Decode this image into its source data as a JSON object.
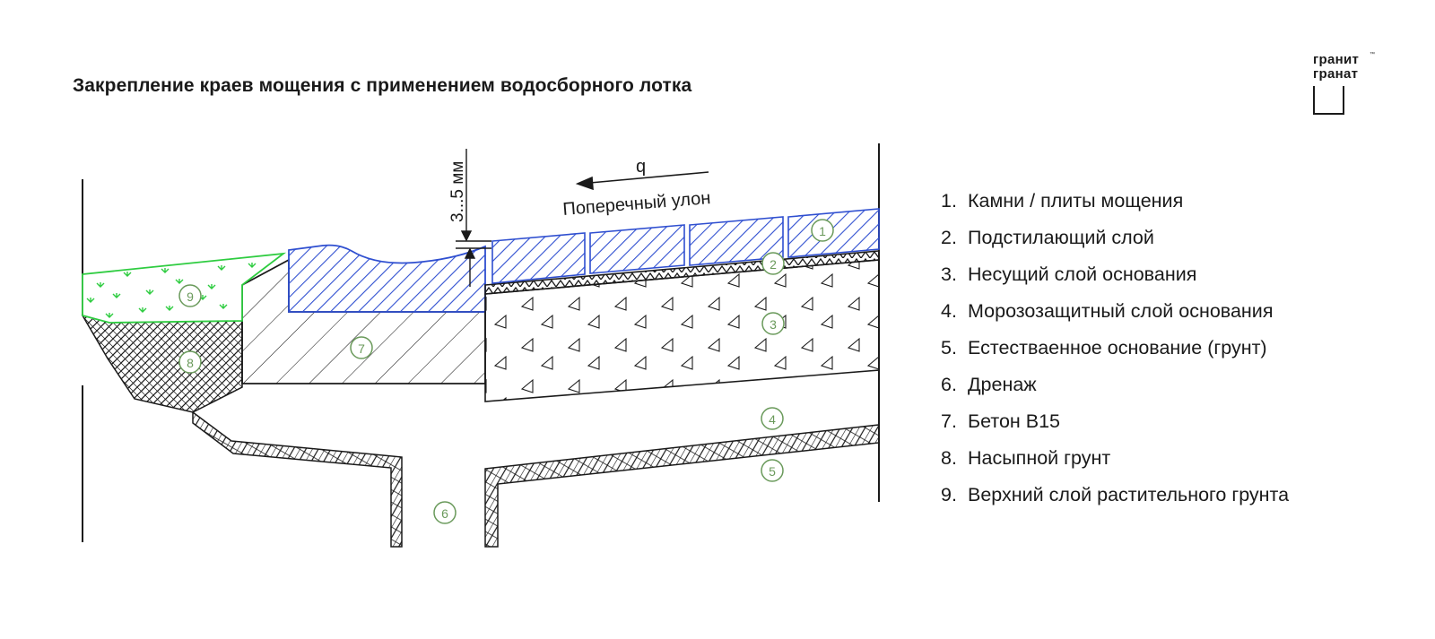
{
  "title": "Закрепление краев мощения с применением водосборного лотка",
  "logo": {
    "line1": "гранит",
    "line2": "гранат",
    "tm": "™"
  },
  "diagram": {
    "load_label": "q",
    "slope_label": "Поперечный улон",
    "gap_label": "3...5 мм",
    "markers": [
      "1",
      "2",
      "3",
      "4",
      "5",
      "6",
      "7",
      "8",
      "9"
    ]
  },
  "legend": [
    {
      "num": "1.",
      "text": "Камни / плиты мощения"
    },
    {
      "num": "2.",
      "text": "Подстилающий слой"
    },
    {
      "num": "3.",
      "text": "Несущий слой основания"
    },
    {
      "num": "4.",
      "text": "Морозозащитный слой основания"
    },
    {
      "num": "5.",
      "text": "Естестваенное основание (грунт)"
    },
    {
      "num": "6.",
      "text": "Дренаж"
    },
    {
      "num": "7.",
      "text": "Бетон B15"
    },
    {
      "num": "8.",
      "text": "Насыпной грунт"
    },
    {
      "num": "9.",
      "text": "Верхний слой растительного грунта"
    }
  ],
  "colors": {
    "paving": "#2f4fd0",
    "grass": "#2ecc40",
    "marker": "#6a9a5b",
    "line": "#1a1a1a"
  }
}
